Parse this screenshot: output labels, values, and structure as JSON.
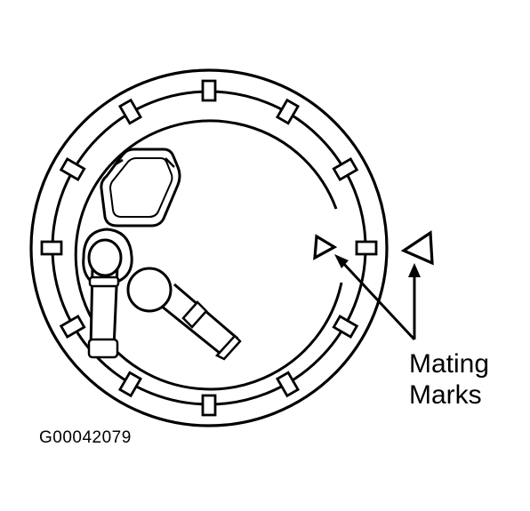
{
  "diagram": {
    "callout_line1": "Mating",
    "callout_line2": "Marks",
    "figure_id": "G00042079",
    "stroke_color": "#000000",
    "background_color": "#ffffff"
  }
}
